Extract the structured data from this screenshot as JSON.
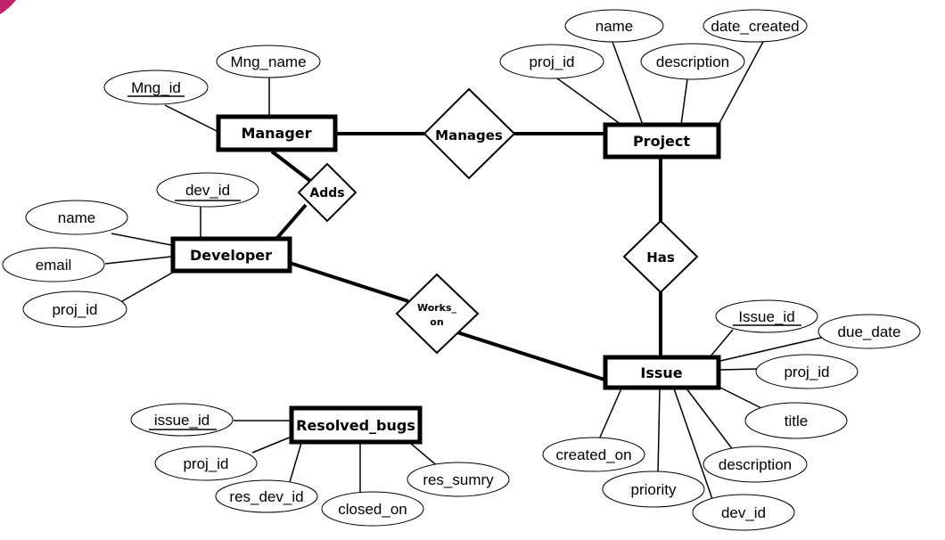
{
  "colors": {
    "corner_accent": "#c0236a",
    "stroke": "#000000",
    "background": "#ffffff"
  },
  "entities": {
    "manager": "Manager",
    "project": "Project",
    "developer": "Developer",
    "issue": "Issue",
    "resolved_bugs": "Resolved_bugs"
  },
  "relationships": {
    "manages": "Manages",
    "adds": "Adds",
    "has": "Has",
    "works_on_1": "Works_",
    "works_on_2": "on"
  },
  "attributes": {
    "manager": {
      "mng_id": "Mng_id",
      "mng_name": "Mng_name"
    },
    "project": {
      "name": "name",
      "date_created": "date_created",
      "proj_id": "proj_id",
      "description": "description"
    },
    "developer": {
      "dev_id": "dev_id",
      "name": "name",
      "email": "email",
      "proj_id": "proj_id"
    },
    "issue": {
      "issue_id": "Issue_id",
      "due_date": "due_date",
      "proj_id": "proj_id",
      "title": "title",
      "description": "description",
      "dev_id": "dev_id",
      "priority": "priority",
      "created_on": "created_on"
    },
    "resolved_bugs": {
      "issue_id": "issue_id",
      "proj_id": "proj_id",
      "res_dev_id": "res_dev_id",
      "closed_on": "closed_on",
      "res_sumry": "res_sumry"
    }
  }
}
